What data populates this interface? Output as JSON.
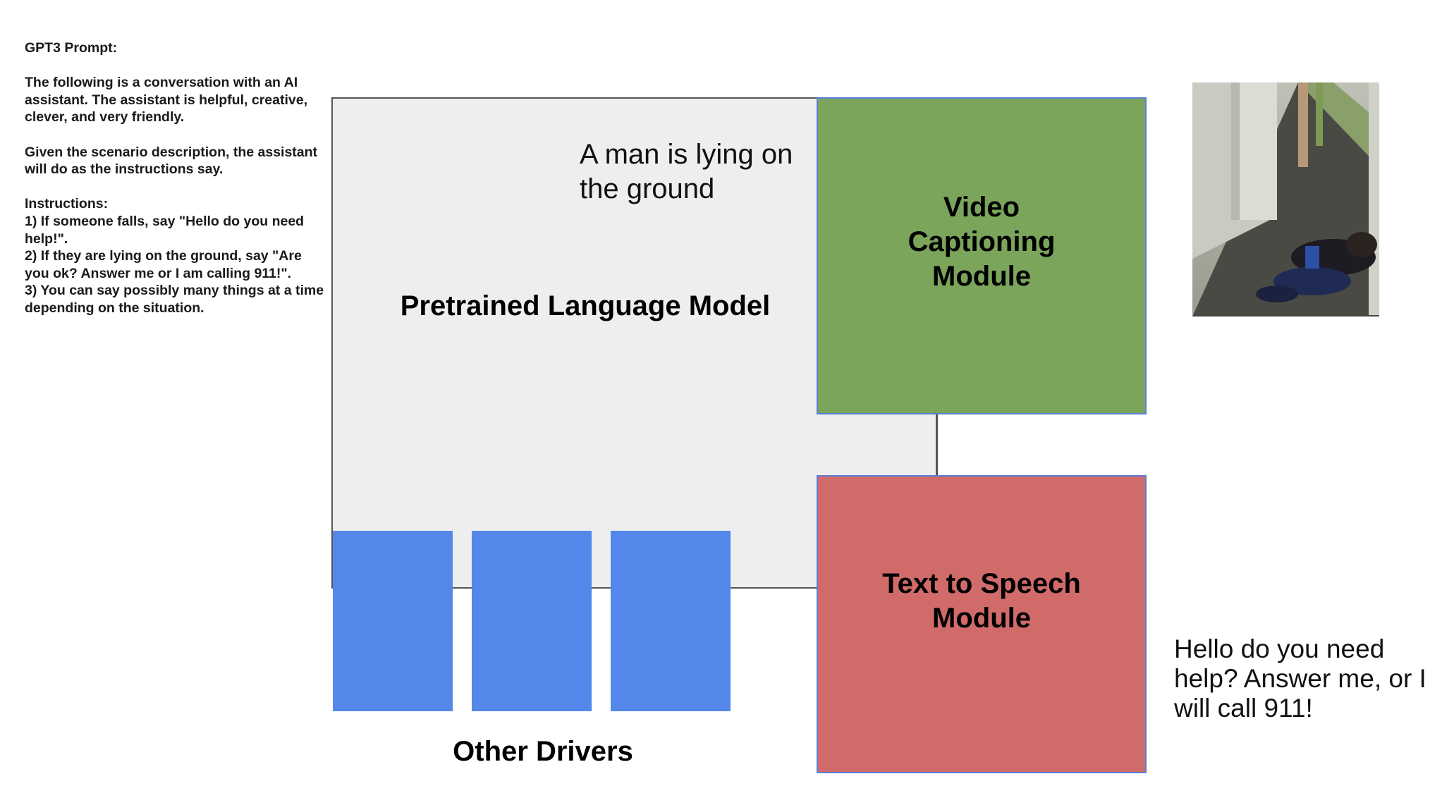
{
  "prompt": {
    "heading": "GPT3 Prompt:",
    "para1": "The following is a conversation with an AI assistant. The assistant is helpful, creative, clever, and very friendly.",
    "para2": "Given the scenario description, the assistant will do as the instructions say.",
    "instructions_heading": "Instructions:",
    "instructions": [
      "1) If someone falls, say \"Hello do you need help!\".",
      "2) If they are lying on the ground, say \"Are you ok? Answer me or I am calling 911!\".",
      "3) You can say possibly many things at a time depending on the situation."
    ]
  },
  "diagram": {
    "lm_label": "Pretrained Language Model",
    "caption_output": "A man is lying on the ground",
    "video_module_label": "Video Captioning Module",
    "tts_module_label": "Text to Speech Module",
    "drivers_label": "Other Drivers",
    "speech_output": "Hello do you need help? Answer me, or I will call 911!"
  },
  "colors": {
    "lm_fill": "#eeeeee",
    "video_module": "#7aa55b",
    "tts_module": "#d16b6a",
    "drivers": "#5387ea",
    "module_border": "#5b7fd6"
  }
}
